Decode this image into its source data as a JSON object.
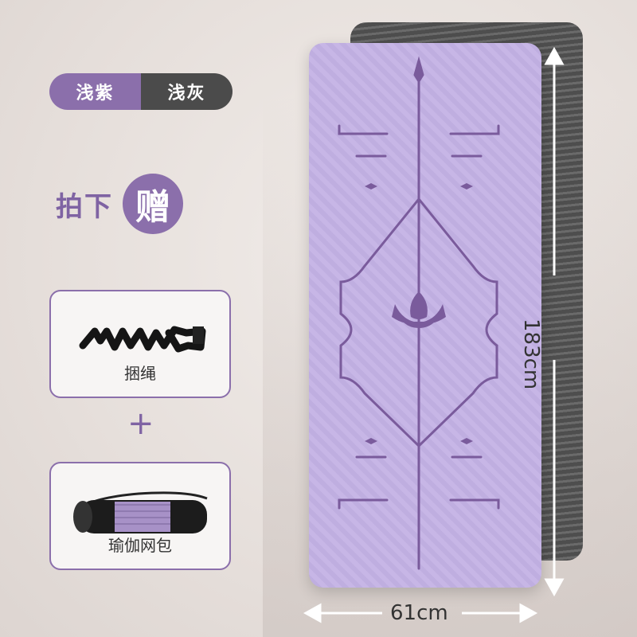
{
  "colors": {
    "options": [
      "浅紫",
      "浅灰"
    ],
    "accent": "#8b6fab",
    "purple_mat": "#c4b3e4",
    "gray_mat": "#5a5a5a"
  },
  "gift": {
    "prefix": "拍下",
    "badge": "赠"
  },
  "items": [
    {
      "label": "捆绳",
      "icon": "strap-icon"
    },
    {
      "label": "瑜伽网包",
      "icon": "mesh-bag-icon"
    }
  ],
  "plus_sign": "+",
  "dimensions": {
    "width": "61cm",
    "length": "183cm"
  }
}
